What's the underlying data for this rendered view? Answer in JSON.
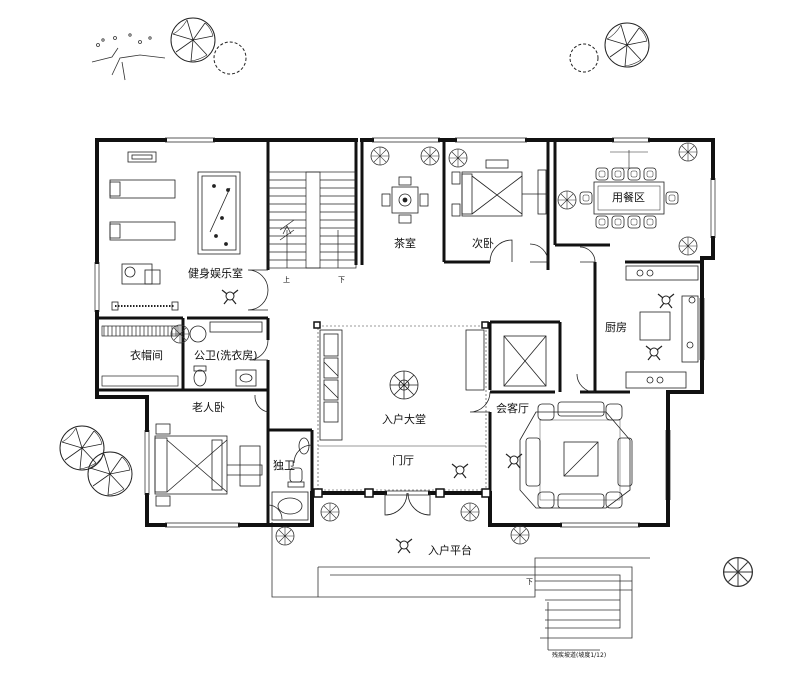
{
  "rooms": {
    "fitness": "健身娱乐室",
    "stair_up": "上",
    "stair_down": "下",
    "tea_room": "茶室",
    "second_bedroom": "次卧",
    "dining": "用餐区",
    "kitchen": "厨房",
    "walk_in_closet": "衣帽间",
    "public_bath": "公卫(洗衣房)",
    "entry_hall": "入户大堂",
    "elder_bedroom": "老人卧",
    "private_bath": "独卫",
    "foyer": "门厅",
    "reception": "会客厅",
    "entry_platform": "入户平台",
    "ramp_down": "下",
    "ramp_note": "残疾坡道(坡度1/12)"
  }
}
